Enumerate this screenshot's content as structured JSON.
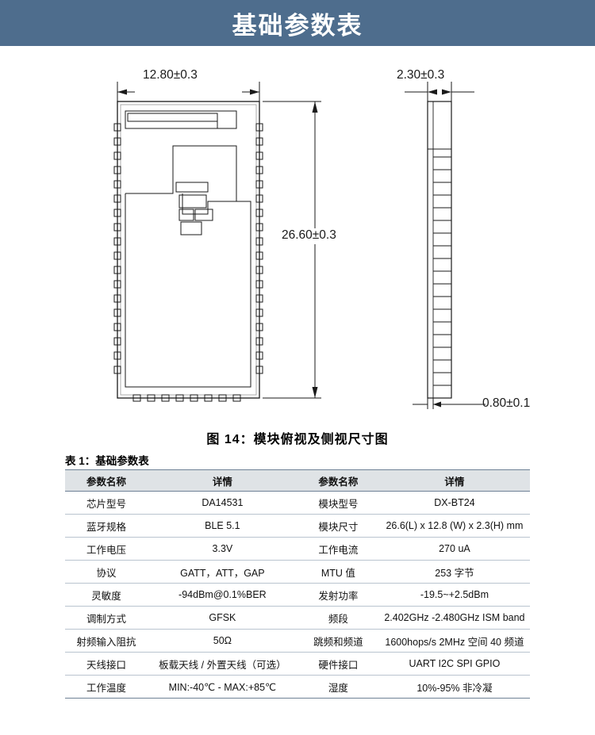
{
  "header": {
    "title": "基础参数表"
  },
  "drawing": {
    "dim_width": "12.80±0.3",
    "dim_side_width": "2.30±0.3",
    "dim_height": "26.60±0.3",
    "dim_thickness": "0.80±0.1"
  },
  "figure": {
    "caption": "图 14：模块俯视及侧视尺寸图"
  },
  "table": {
    "title": "表 1：基础参数表",
    "headers": [
      "参数名称",
      "详情",
      "参数名称",
      "详情"
    ],
    "rows": [
      [
        "芯片型号",
        "DA14531",
        "模块型号",
        "DX-BT24"
      ],
      [
        "蓝牙规格",
        "BLE 5.1",
        "模块尺寸",
        "26.6(L) x 12.8 (W) x 2.3(H) mm"
      ],
      [
        "工作电压",
        "3.3V",
        "工作电流",
        "270 uA"
      ],
      [
        "协议",
        "GATT，ATT，GAP",
        "MTU 值",
        "253 字节"
      ],
      [
        "灵敏度",
        "-94dBm@0.1%BER",
        "发射功率",
        "-19.5~+2.5dBm"
      ],
      [
        "调制方式",
        "GFSK",
        "频段",
        "2.402GHz -2.480GHz ISM band"
      ],
      [
        "射频输入阻抗",
        "50Ω",
        "跳频和频道",
        "1600hops/s 2MHz 空间  40 频道"
      ],
      [
        "天线接口",
        "板载天线 / 外置天线（可选）",
        "硬件接口",
        "UART I2C SPI GPIO"
      ],
      [
        "工作温度",
        "MIN:-40℃ - MAX:+85℃",
        "湿度",
        "10%-95%  非冷凝"
      ]
    ]
  },
  "colors": {
    "header_band": "#4e6d8d",
    "table_header_bg": "#dfe3e6",
    "rule": "#6e8196"
  }
}
